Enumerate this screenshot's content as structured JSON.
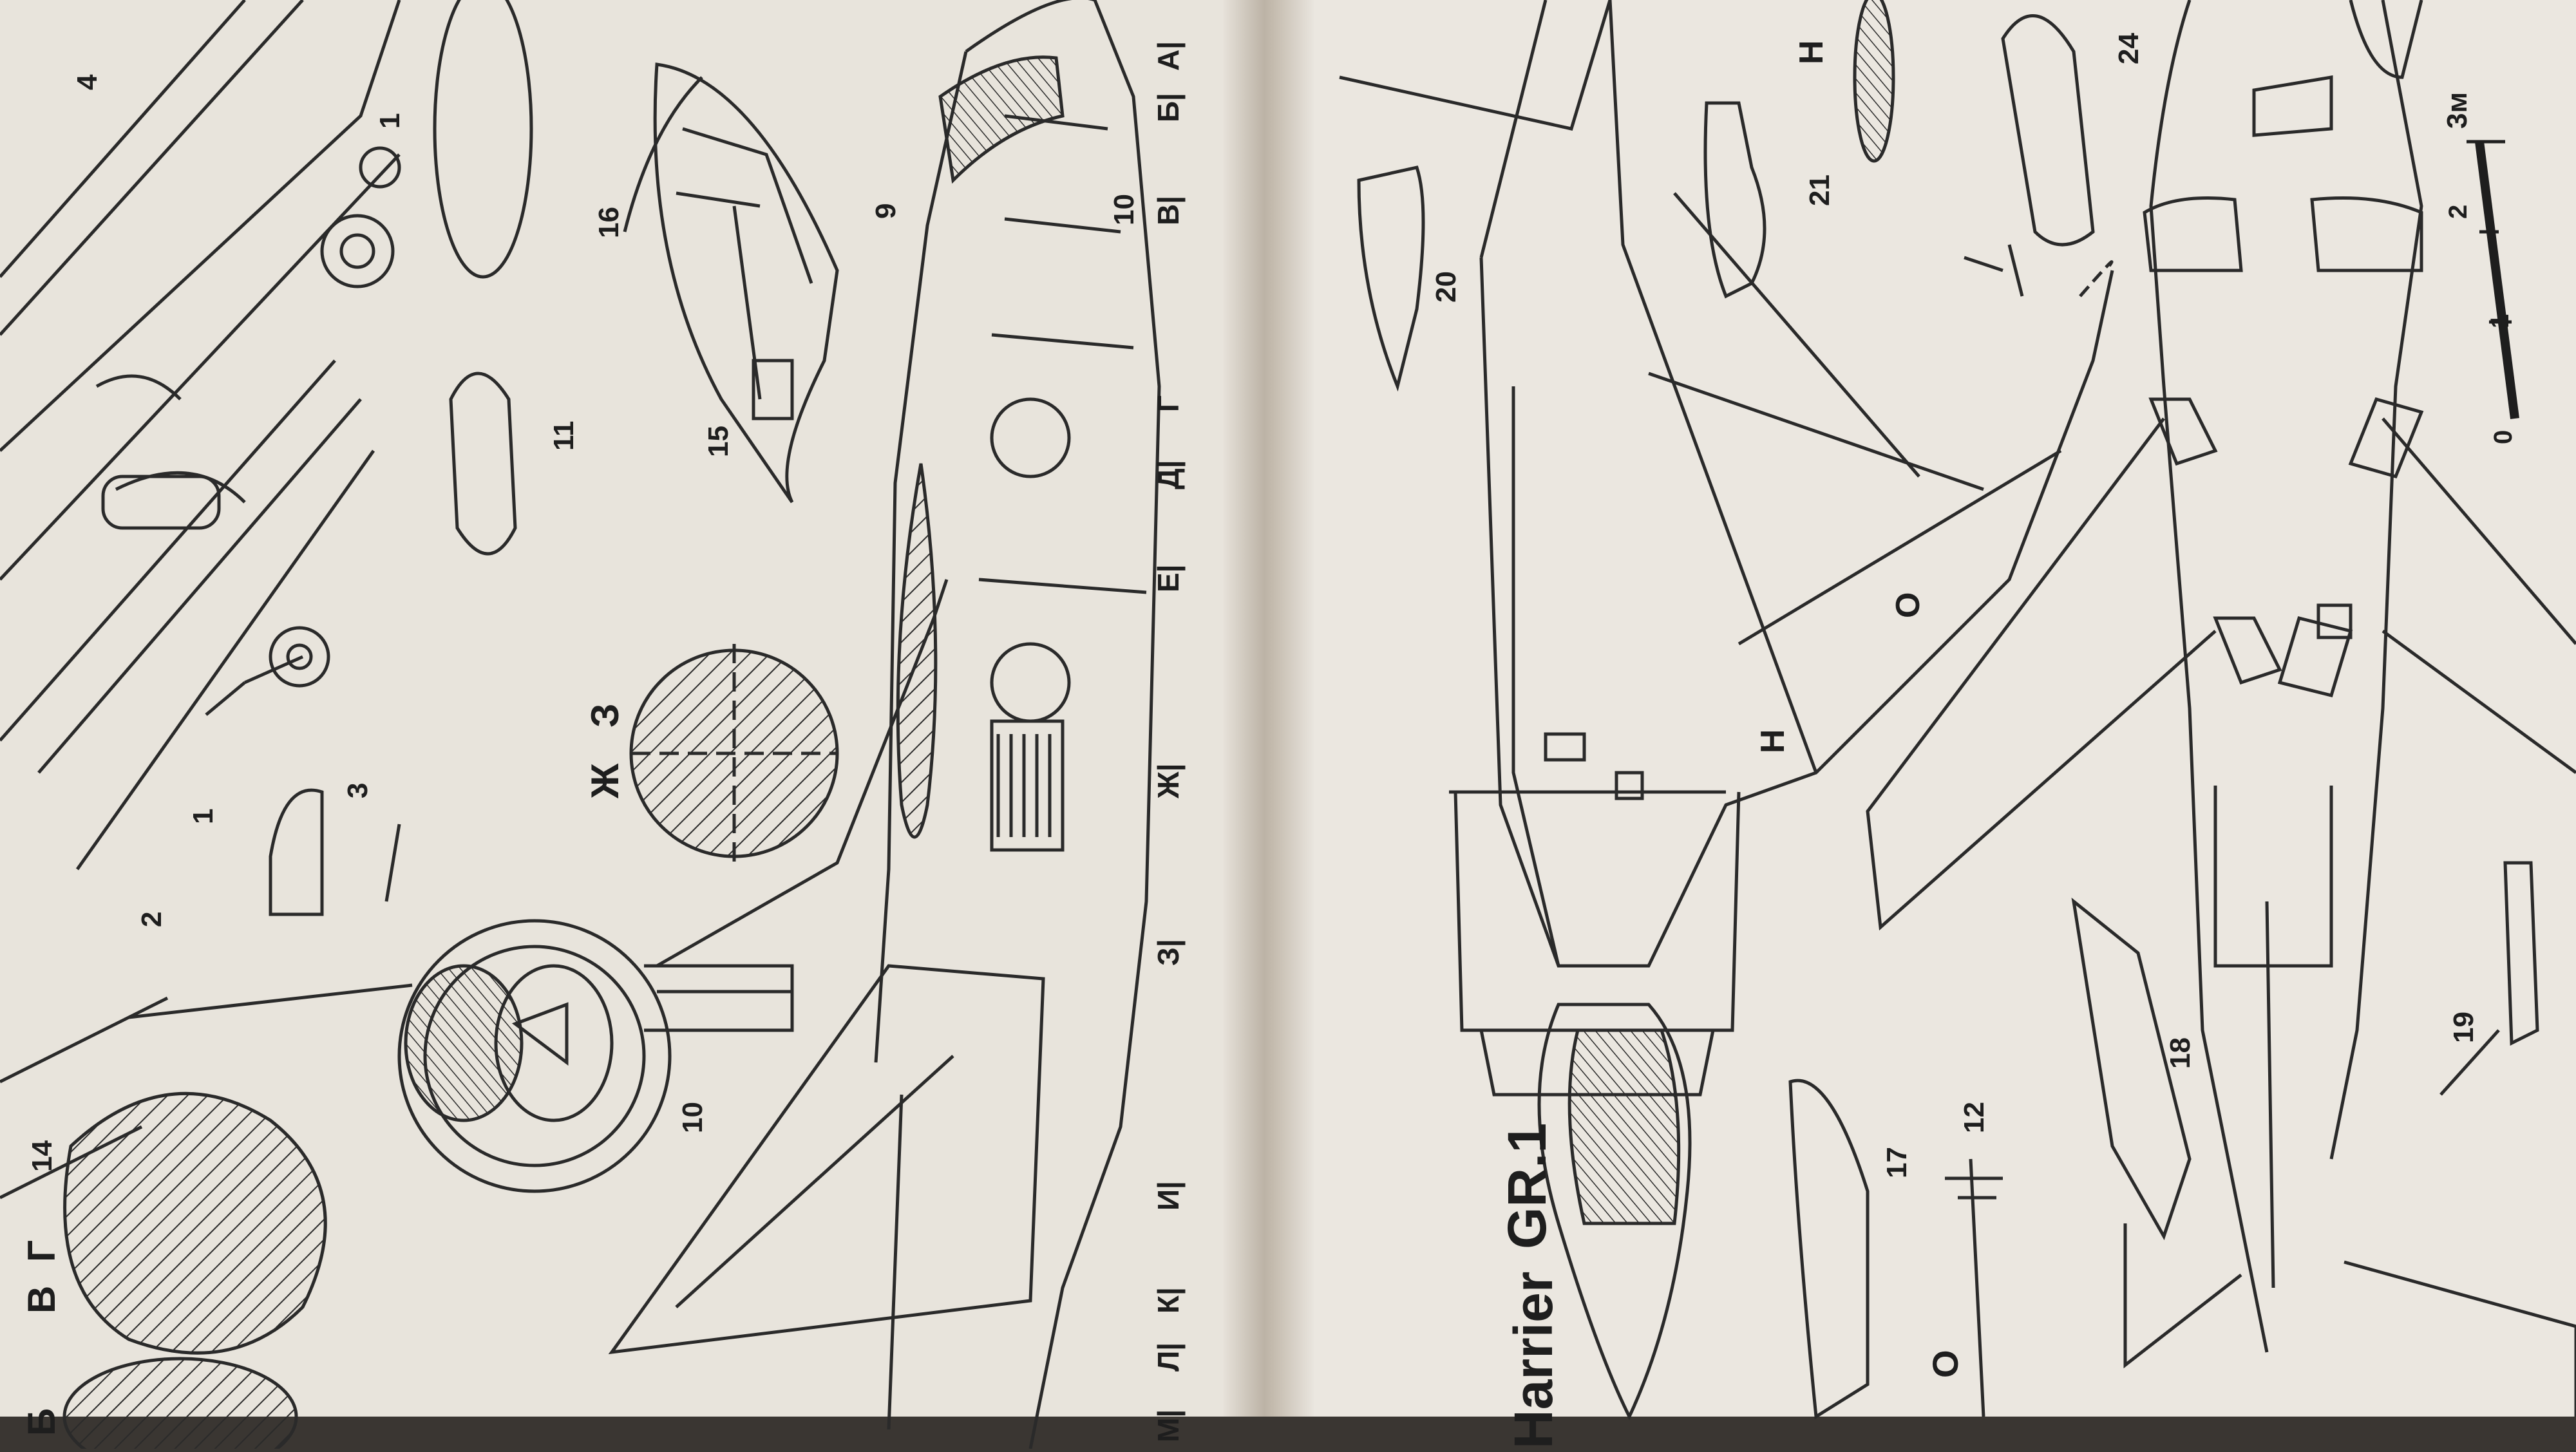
{
  "photo": {
    "subject": "Open book spread with technical line drawings of the Harrier GR.1 aircraft",
    "paper_color": "#ebe7e0",
    "ink_color": "#2a2a2a",
    "gutter_color": "#c9c2b6"
  },
  "right_page": {
    "title_prefix": "Harrier",
    "title_model": "GR.1",
    "scale_label": "3м",
    "scale_ticks": [
      "0",
      "1",
      "2"
    ],
    "callouts": [
      "24",
      "21",
      "20",
      "19",
      "18",
      "17",
      "12"
    ],
    "section_letters": [
      "Н",
      "О",
      "Н",
      "О"
    ]
  },
  "left_page": {
    "callouts": [
      "4",
      "1",
      "1",
      "2",
      "3",
      "16",
      "11",
      "15",
      "9",
      "10",
      "10",
      "14"
    ],
    "section_letters": [
      "Б",
      "В",
      "Г",
      "Ж",
      "З"
    ],
    "station_letters": [
      "А|",
      "Б|",
      "В|",
      "Г",
      "Д|",
      "Е|",
      "Ж|",
      "З|",
      "И|",
      "К|",
      "Л|",
      "М|"
    ]
  }
}
